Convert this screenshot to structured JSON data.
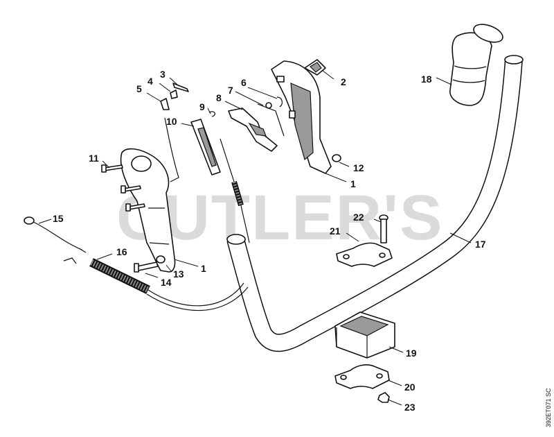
{
  "watermark": "CUTLER'S",
  "reference_code": "392ET071 SC",
  "part_labels": {
    "l1a": "1",
    "l1b": "1",
    "l2": "2",
    "l3": "3",
    "l4": "4",
    "l5": "5",
    "l6": "6",
    "l7": "7",
    "l8": "8",
    "l9": "9",
    "l10": "10",
    "l11": "11",
    "l12": "12",
    "l13": "13",
    "l14": "14",
    "l15": "15",
    "l16": "16",
    "l17": "17",
    "l18": "18",
    "l19": "19",
    "l20": "20",
    "l21": "21",
    "l22": "22",
    "l23": "23"
  }
}
